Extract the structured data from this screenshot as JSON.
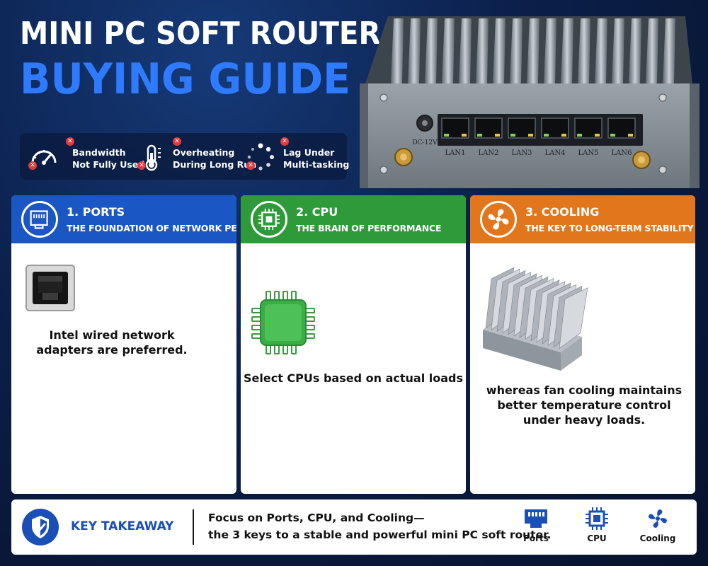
{
  "hero": {
    "title_line1": "MINI PC SOFT ROUTER",
    "title_line2": "BUYING GUIDE"
  },
  "problems": [
    {
      "icon": "speedometer-icon",
      "line1": "Bandwidth",
      "line2": "Not Fully Used"
    },
    {
      "icon": "thermometer-icon",
      "line1": "Overheating",
      "line2": "During Long Run"
    },
    {
      "icon": "loading-spinner-icon",
      "line1": "Lag Under",
      "line2": "Multi-tasking"
    }
  ],
  "device": {
    "power_label": "DC-12V",
    "ports": [
      "LAN1",
      "LAN2",
      "LAN3",
      "LAN4",
      "LAN5",
      "LAN6"
    ]
  },
  "cards": [
    {
      "title": "1. PORTS",
      "subtitle": "THE FOUNDATION OF NETWORK PERFORMANCE",
      "icon": "ethernet-port-icon",
      "description": [
        "Intel wired network",
        "adapters are preferred."
      ],
      "color": "#1a56c4"
    },
    {
      "title": "2. CPU",
      "subtitle": "THE BRAIN OF PERFORMANCE",
      "icon": "cpu-chip-icon",
      "description": [
        "Select CPUs based on actual loads"
      ],
      "color": "#2e9a3a"
    },
    {
      "title": "3. COOLING",
      "subtitle": "THE KEY TO LONG-TERM STABILITY",
      "icon": "fan-icon",
      "description": [
        "whereas fan cooling maintains",
        "better temperature control",
        "under heavy loads."
      ],
      "color": "#e2761c"
    }
  ],
  "takeaway": {
    "label": "KEY TAKEAWAY",
    "line1": "Focus on Ports, CPU, and Cooling—",
    "line2": "the 3 keys to a stable and powerful mini PC soft router.",
    "items": [
      {
        "icon": "ethernet-port-icon",
        "label": "Ports"
      },
      {
        "icon": "cpu-chip-icon",
        "label": "CPU"
      },
      {
        "icon": "fan-icon",
        "label": "Cooling"
      }
    ]
  },
  "colors": {
    "accent_blue": "#2f7bff",
    "ports_blue": "#1a56c4",
    "cpu_green": "#2e9a3a",
    "cooling_orange": "#e2761c",
    "error_red": "#e23b3b"
  }
}
